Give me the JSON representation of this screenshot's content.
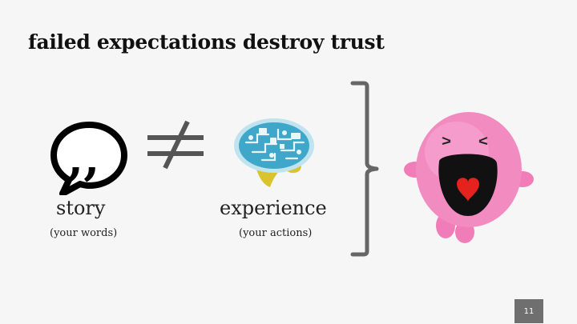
{
  "slide": {
    "title": "failed expectations destroy trust",
    "page_number": "11"
  },
  "left_item": {
    "label": "story",
    "sublabel": "(your words)",
    "icon": "quote-speech-bubble-icon"
  },
  "operator": {
    "icon": "not-equal-icon"
  },
  "right_item": {
    "label": "experience",
    "sublabel": "(your actions)",
    "icon": "brain-icon"
  },
  "bracket": {
    "icon": "curly-bracket-icon"
  },
  "result": {
    "icon": "crying-monster-icon"
  },
  "colors": {
    "background": "#f6f6f6",
    "title_text": "#111111",
    "bracket": "#666666",
    "brain_blue": "#3fa7c9",
    "brain_yellow": "#d9c430",
    "monster_pink": "#f07cb8",
    "page_badge": "#6f6f6f"
  }
}
